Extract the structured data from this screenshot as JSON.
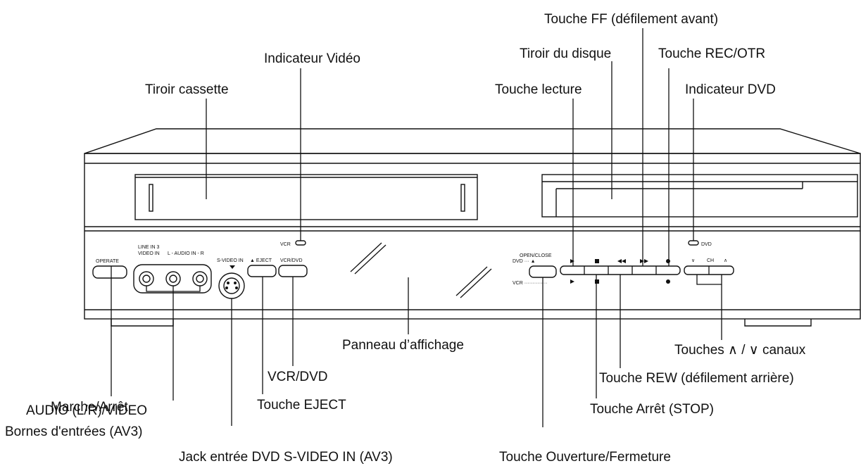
{
  "callouts": {
    "video_indicator": "Indicateur Vidéo",
    "cassette_tray": "Tiroir cassette",
    "ff_button": "Touche FF (défilement avant)",
    "disc_tray": "Tiroir du disque",
    "rec_otr_button": "Touche REC/OTR",
    "play_button": "Touche lecture",
    "dvd_indicator": "Indicateur DVD",
    "power": "Marche/Arrêt",
    "display_panel": "Panneau d’affichage",
    "channel_buttons": "Touches ∧ / ∨ canaux",
    "rew_button": "Touche REW (défilement arrière)",
    "vcr_dvd": "VCR/DVD",
    "audio_video_line1": "AUDIO (L/R)/VIDEO",
    "audio_video_line2": "Bornes d'entrées (AV3)",
    "eject_button": "Touche EJECT",
    "stop_button": "Touche Arrêt (STOP)",
    "svideo_jack": "Jack entrée DVD S-VIDEO IN (AV3)",
    "open_close_button": "Touche Ouverture/Fermeture"
  },
  "panel": {
    "operate": "OPERATE",
    "line_in_3": "LINE IN 3",
    "video_in": "VIDEO IN",
    "audio_in": "L - AUDIO IN - R",
    "svideo_in": "S-VIDEO IN",
    "eject": "▲ EJECT",
    "vcr_dvd": "VCR/DVD",
    "vcr_led": "VCR",
    "dvd_led": "DVD",
    "open_close": "OPEN/CLOSE",
    "dvd_row": "DVD ··· ▲",
    "vcr_row": "VCR ··············",
    "ch": "CH",
    "ch_down": "∨",
    "ch_up": "∧"
  }
}
